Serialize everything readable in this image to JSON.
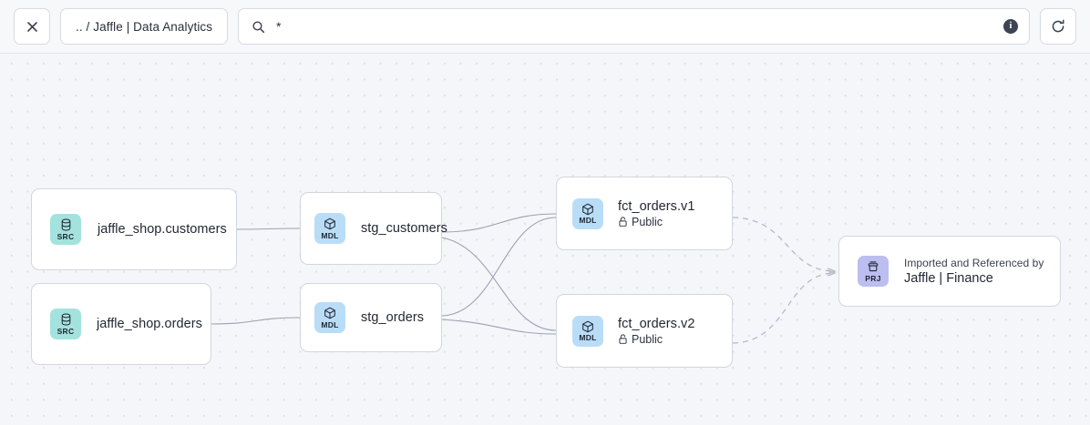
{
  "toolbar": {
    "close_label": "×",
    "close_icon": "close-icon",
    "breadcrumb": ".. / Jaffle | Data Analytics",
    "search_value": "*",
    "search_placeholder": "Search",
    "search_icon": "search-icon",
    "info_badge": "i",
    "info_icon": "info-icon",
    "refresh_icon": "refresh-icon"
  },
  "graph": {
    "nodes": [
      {
        "id": "src-customers",
        "kind": "SRC",
        "icon": "database-icon",
        "title": "jaffle_shop.customers",
        "color": "#a4e3dd"
      },
      {
        "id": "src-orders",
        "kind": "SRC",
        "icon": "database-icon",
        "title": "jaffle_shop.orders",
        "color": "#a4e3dd"
      },
      {
        "id": "stg-customers",
        "kind": "MDL",
        "icon": "cube-icon",
        "title": "stg_customers",
        "color": "#b9ddf7"
      },
      {
        "id": "stg-orders",
        "kind": "MDL",
        "icon": "cube-icon",
        "title": "stg_orders",
        "color": "#b9ddf7"
      },
      {
        "id": "fct-orders-v1",
        "kind": "MDL",
        "icon": "cube-icon",
        "title": "fct_orders.v1",
        "subtitle": "Public",
        "subtitle_icon": "unlock-icon",
        "color": "#b9ddf7"
      },
      {
        "id": "fct-orders-v2",
        "kind": "MDL",
        "icon": "cube-icon",
        "title": "fct_orders.v2",
        "subtitle": "Public",
        "subtitle_icon": "unlock-icon",
        "color": "#b9ddf7"
      },
      {
        "id": "prj-finance",
        "kind": "PRJ",
        "icon": "archive-icon",
        "overline": "Imported and Referenced by",
        "title": "Jaffle | Finance",
        "color": "#bcbef0"
      }
    ],
    "edge_color": "#9aa2b1",
    "dashed_edge_color": "#b5bac6"
  }
}
